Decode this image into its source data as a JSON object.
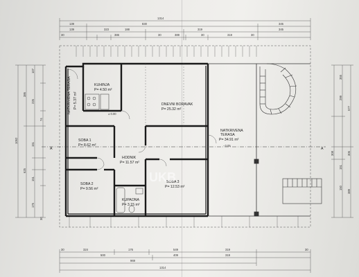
{
  "rooms": {
    "terasa": {
      "name": "NATKRIVENA TERASA",
      "area": "P= 5.37 m²"
    },
    "kuhinja": {
      "name": "KUHINJA",
      "area": "P= 4.50 m²"
    },
    "dnevni": {
      "name": "DNEVNI BORAVAK",
      "area": "P= 25.32 m²"
    },
    "natk_terasa": {
      "name_line1": "NATKRIVENA",
      "name_line2": "TERASA",
      "area": "P= 34.91 m²"
    },
    "soba1": {
      "name": "SOBA 1",
      "area": "P= 8.62 m²"
    },
    "soba2": {
      "name": "SOBA 2",
      "area": "P= 9.56 m²"
    },
    "soba3": {
      "name": "SOBA 3",
      "area": "P= 12.53 m²"
    },
    "hodnik": {
      "name": "HODNIK",
      "area": "P= 11.57 m²"
    },
    "kupaona": {
      "name": "KUPAONA",
      "area": "P= 3.15 m²"
    }
  },
  "section_marks": {
    "left": "A",
    "right": "A"
  },
  "levels": {
    "main": "± 0.00",
    "terrace": "- 0.05"
  },
  "dims_top": {
    "total": "1314",
    "row2": [
      "139",
      "830",
      "345"
    ],
    "row3": [
      "139",
      "323",
      "188",
      "319",
      "345"
    ],
    "row4": [
      "30",
      "386",
      "30",
      "389",
      "30",
      "319",
      "30"
    ]
  },
  "dims_bottom": {
    "row1": [
      "30",
      "324",
      "176",
      "549",
      "319",
      "30"
    ],
    "row2": [
      "500",
      "409",
      "319"
    ],
    "row3": "969",
    "total": "1314"
  },
  "dims_left": {
    "total": "1052",
    "outer": [
      "386",
      "625"
    ],
    "inner": [
      "107",
      "226",
      "74",
      "151",
      "151",
      "175",
      "30"
    ]
  },
  "dims_right": {
    "outer": [
      "577",
      "306",
      "389"
    ],
    "inner": [
      "355",
      "299",
      "308",
      "151",
      "150"
    ]
  },
  "watermark": "UKB"
}
